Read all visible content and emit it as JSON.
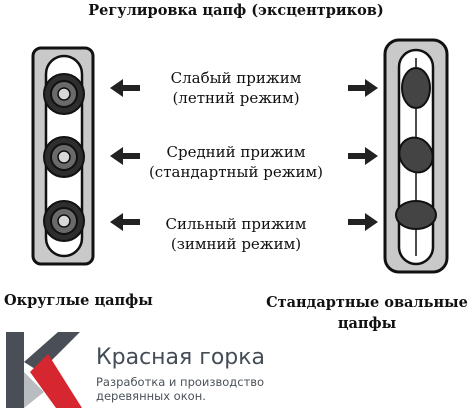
{
  "title": "Регулировка цапф (эксцентриков)",
  "levels": [
    {
      "line1": "Слабый прижим",
      "line2": "(летний режим)"
    },
    {
      "line1": "Средний прижим",
      "line2": "(стандартный режим)"
    },
    {
      "line1": "Сильный прижим",
      "line2": "(зимний режим)"
    }
  ],
  "captions": {
    "left": "Округлые цапфы",
    "right_line1": "Стандартные овальные",
    "right_line2": "цапфы"
  },
  "brand": {
    "name": "Красная горка",
    "tagline_line1": "Разработка  и производство",
    "tagline_line2": "деревянных окон."
  },
  "colors": {
    "logo_red": "#d6262f",
    "logo_gray": "#4a4f57",
    "logo_light": "#b9bdc2",
    "strip_fill": "#bdbdbd",
    "cam_fill": "#3a3a3a",
    "arrow": "#222222"
  }
}
